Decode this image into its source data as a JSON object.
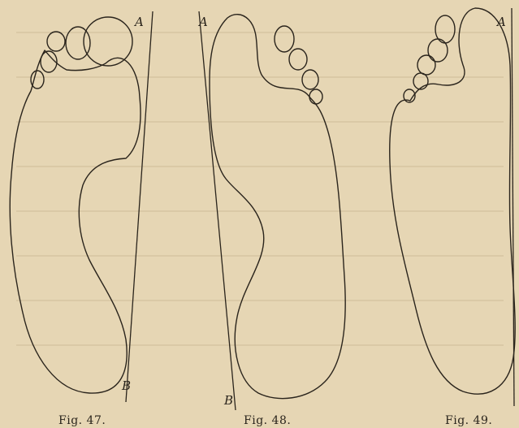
{
  "plate": {
    "background_color": "#e6d6b4",
    "ink_color": "#2a241c",
    "figures": [
      {
        "caption": "Fig. 47.",
        "label_top": "A",
        "label_bottom": "B"
      },
      {
        "caption": "Fig. 48.",
        "label_top": "A",
        "label_bottom": "B"
      },
      {
        "caption": "Fig. 49.",
        "label_top": "A",
        "label_bottom": ""
      }
    ]
  }
}
